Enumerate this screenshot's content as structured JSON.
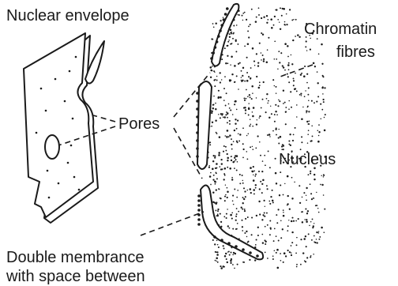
{
  "labels": {
    "nuclear_envelope": "Nuclear envelope",
    "chromatin_line1": "Chromatin",
    "chromatin_line2": "fibres",
    "pores": "Pores",
    "nucleus": "Nucleus",
    "double_membrane_line1": "Double membrance",
    "double_membrane_line2": "with space between"
  }
}
